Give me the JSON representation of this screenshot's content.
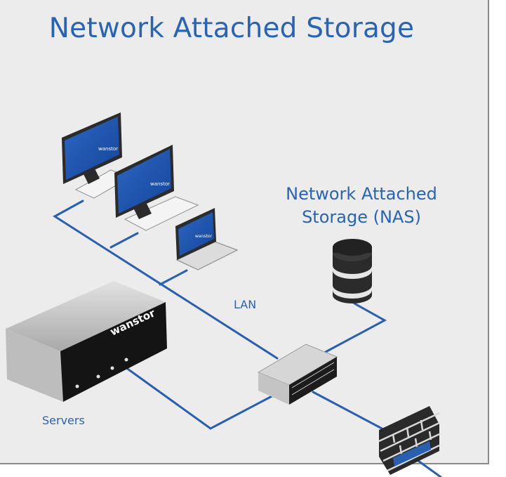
{
  "title": "Network Attached Storage",
  "nas_label": {
    "line1": "Network Attached",
    "line2": "Storage (NAS)"
  },
  "lan_label": "LAN",
  "servers_label": "Servers",
  "brand_text": "wanstor",
  "colors": {
    "accent": "#2a63b0",
    "cable": "#2a5fb0",
    "screen": "#1f56b0",
    "panel_bg": "#ececec"
  },
  "icons": [
    "desktop-monitor-icon",
    "keyboard-icon",
    "laptop-icon",
    "database-icon",
    "server-chassis-icon",
    "network-switch-icon",
    "firewall-icon"
  ]
}
